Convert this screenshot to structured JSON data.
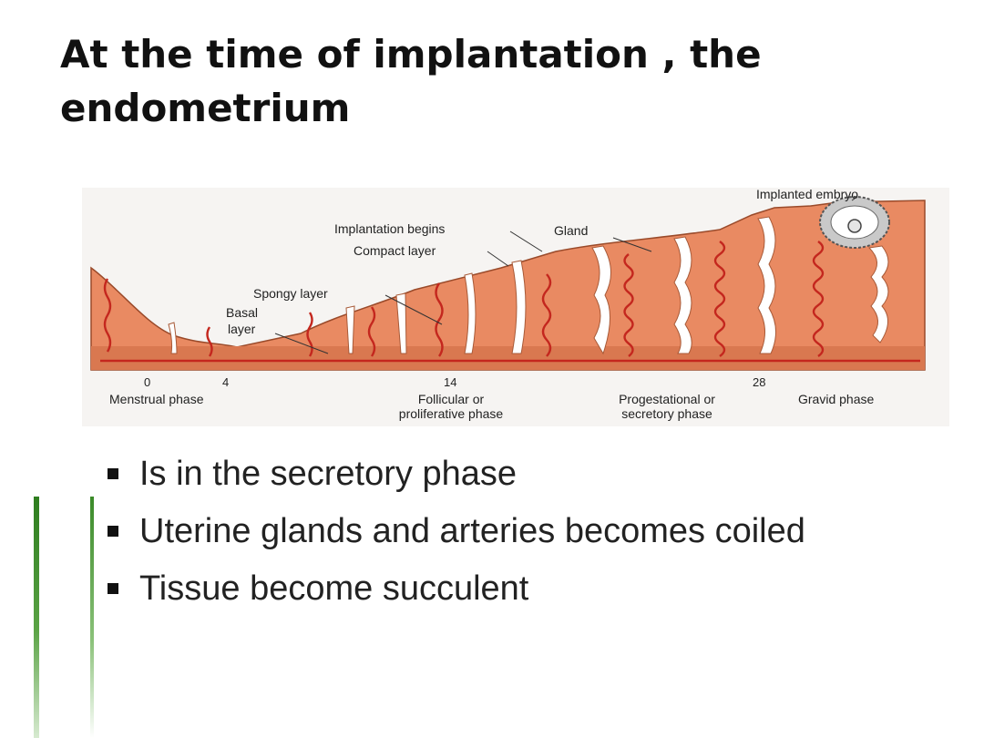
{
  "slide": {
    "title": "At the time of implantation , the endometrium",
    "bullets": [
      "Is in the secretory phase",
      "Uterine glands and arteries becomes coiled",
      "Tissue become  succulent"
    ]
  },
  "figure": {
    "labels": {
      "implanted_embryo": "Implanted embryo",
      "implantation_begins": "Implantation begins",
      "gland": "Gland",
      "compact_layer": "Compact layer",
      "spongy_layer": "Spongy layer",
      "basal_layer_1": "Basal",
      "basal_layer_2": "layer"
    },
    "day_ticks": [
      "0",
      "4",
      "14",
      "28"
    ],
    "phases": {
      "menstrual": "Menstrual phase",
      "follicular_1": "Follicular or",
      "follicular_2": "proliferative phase",
      "progestational_1": "Progestational or",
      "progestational_2": "secretory phase",
      "gravid": "Gravid phase"
    },
    "colors": {
      "tissue": "#e98a62",
      "basal": "#d97850",
      "vessel": "#c4271e",
      "gland": "#ffffff"
    }
  },
  "theme": {
    "accent": "#2e7d1f",
    "title_color": "#111111",
    "text_color": "#222222"
  }
}
